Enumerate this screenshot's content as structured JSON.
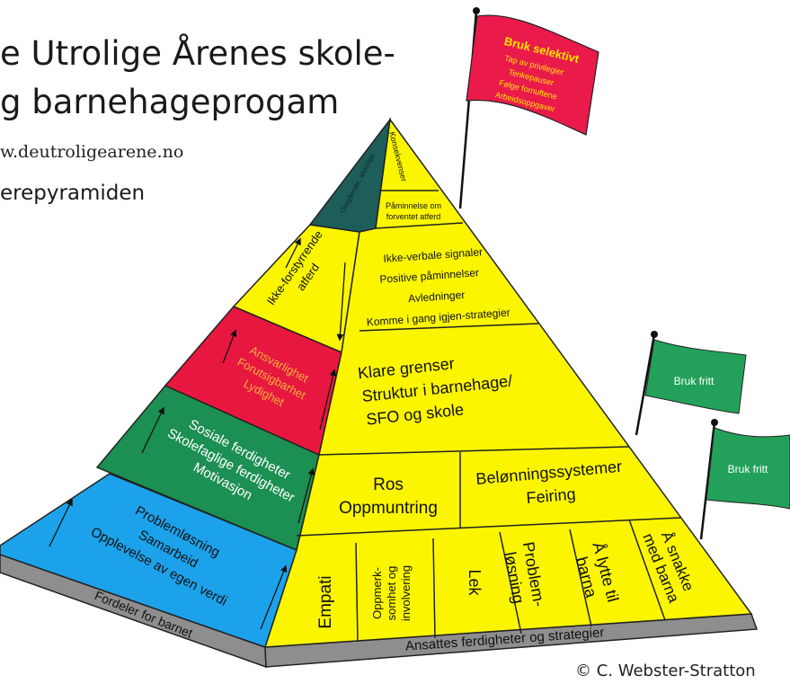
{
  "header": {
    "title_line1": "e Utrolige Årenes skole-",
    "title_line2": "g barnehageprogam",
    "website": "w.deutroligearene.no",
    "subtitle": "erepyramiden"
  },
  "copyright": "© C. Webster-Stratton",
  "flags": {
    "selective": {
      "title": "Bruk selektivt",
      "items": [
        "Tap av privilegier",
        "Tenkepauser",
        "Følge fornuftene",
        "Arbeidsoppgaver"
      ]
    },
    "free1": "Bruk fritt",
    "free2": "Bruk fritt"
  },
  "left_face": {
    "top_band": "Omgående, alvorlige",
    "yellow_band": [
      "Ikke-forstyrrende",
      "atferd"
    ],
    "red_band": [
      "Ansvarlighet",
      "Forutsigbarhet",
      "Lydighet"
    ],
    "green_band": [
      "Sosiale ferdigheter",
      "Skolefaglige ferdigheter",
      "Motivasjon"
    ],
    "blue_band": [
      "Problemløsning",
      "Samarbeid",
      "Opplevelse av egen verdi"
    ],
    "base": "Fordeler for barnet"
  },
  "right_face": {
    "apex": "Konsekvenser",
    "reminder": [
      "Påminnelse om",
      "forventet atferd"
    ],
    "signals": [
      "Ikke-verbale signaler",
      "Positive påminnelser",
      "Avledninger",
      "Komme i gang igjen-strategier"
    ],
    "limits": [
      "Klare grenser",
      "Struktur i barnehage/",
      "SFO og skole"
    ],
    "praise": [
      "Ros",
      "Oppmuntring"
    ],
    "rewards": [
      "Belønningssystemer",
      "Feiring"
    ],
    "base_cells": [
      [
        "Empati"
      ],
      [
        "Oppmerk-",
        "somhet og",
        "involvering"
      ],
      [
        "Lek"
      ],
      [
        "Problem-",
        "løsning"
      ],
      [
        "Å lytte til",
        "barna"
      ],
      [
        "Å snakke",
        "med barna"
      ]
    ],
    "base": "Ansattes ferdigheter og strategier"
  },
  "colors": {
    "yellow": "#fbf600",
    "red": "#e8173f",
    "green": "#1c8f52",
    "blue": "#1ca2ea",
    "teal": "#1e5e5a",
    "gray": "#8e8e8e",
    "flag_green": "#23a15a",
    "flag_red": "#ea1b4a"
  }
}
